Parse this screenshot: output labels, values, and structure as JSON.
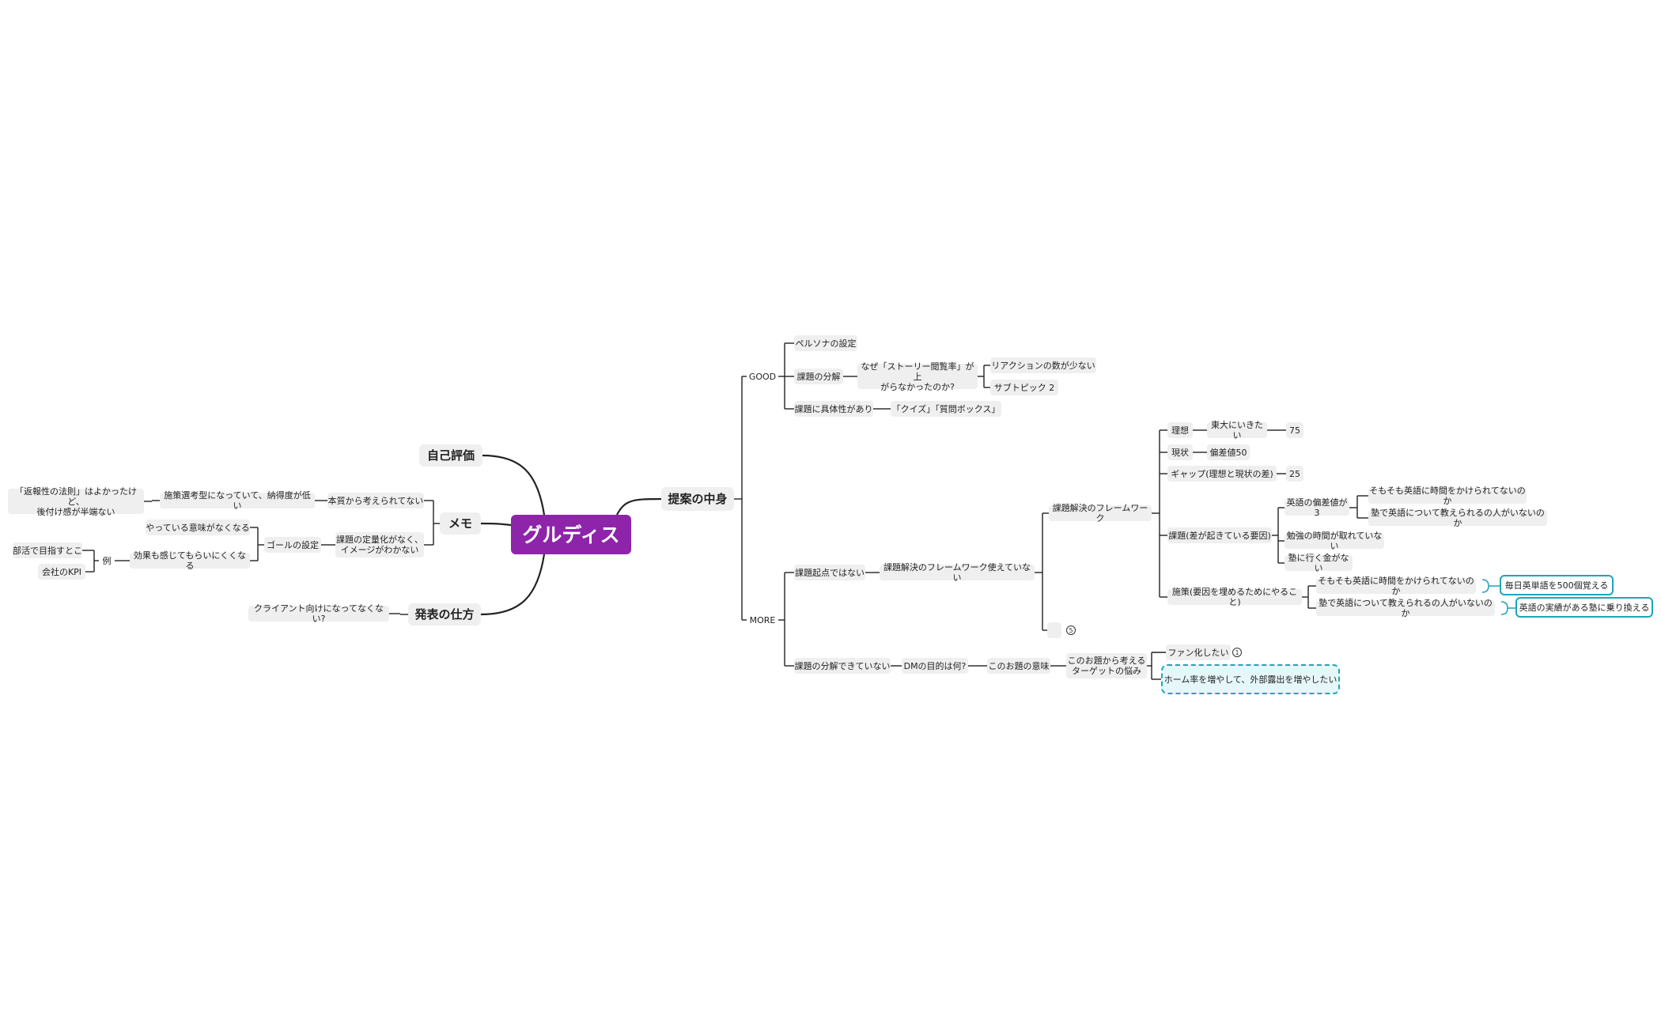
{
  "colors": {
    "central": "#8e24aa",
    "accent": "#1ea5b8",
    "node_bg": "#efefef",
    "line": "#222222"
  },
  "central": "グルディス",
  "left": {
    "self_eval": "自己評価",
    "memo": {
      "label": "メモ",
      "b1": {
        "label": "本質から考えられてない",
        "child": "施策選考型になっていて、納得度が低い",
        "leaf": "「返報性の法則」はよかったけど、\n後付け感が半端ない"
      },
      "b2": {
        "label": "課題の定量化がなく、\nイメージがわかない",
        "child": "ゴールの設定",
        "c1": "やっている意味がなくなる",
        "c2": "効果も感じてもらいにくくなる",
        "ex": "例",
        "ex1": "部活で目指すとこ",
        "ex2": "会社のKPI"
      }
    },
    "presentation": {
      "label": "発表の仕方",
      "child": "クライアント向けになってなくない?"
    }
  },
  "right": {
    "proposal": "提案の中身",
    "good": {
      "label": "GOOD",
      "persona": "ペルソナの設定",
      "decomp": "課題の分解",
      "why": "なぜ「ストーリー閲覧率」が上\nがらなかったのか?",
      "reaction": "リアクションの数が少ない",
      "subtopic": "サブトピック 2",
      "concrete": "課題に具体性があり",
      "quiz": "「クイズ」「質問ボックス」"
    },
    "more": {
      "label": "MORE",
      "not_origin": "課題起点ではない",
      "fw_not_used": "課題解決のフレームワーク使えていない",
      "fw": "課題解決のフレームワーク",
      "ideal": "理想",
      "ideal_c": "東大にいきたい",
      "ideal_v": "75",
      "current": "現状",
      "current_c": "偏差値50",
      "gap": "ギャップ(理想と現状の差)",
      "gap_v": "25",
      "cause": "課題(差が起きている要因)",
      "english": "英語の偏差値が3",
      "eng1": "そもそも英語に時間をかけられてないのか",
      "eng2": "塾で英語について教えられるの人がいないのか",
      "study": "勉強の時間が取れていない",
      "money": "塾に行く金がない",
      "measure": "施策(要因を埋めるためにやること)",
      "m1": "そもそも英語に時間をかけられてないのか",
      "m1s": "毎日英単語を500個覚える",
      "m2": "塾で英語について教えられるの人がいないのか",
      "m2s": "英語の実績がある塾に乗り換える",
      "collapsed_count": "5",
      "not_decomposed": "課題の分解できていない",
      "dm": "DMの目的は何?",
      "meaning": "このお題の意味",
      "worry": "このお題から考える\nターゲットの悩み",
      "fan": "ファン化したい",
      "fan_count": "1",
      "home": "ホーム率を増やして、外部露出を増やしたい"
    }
  }
}
